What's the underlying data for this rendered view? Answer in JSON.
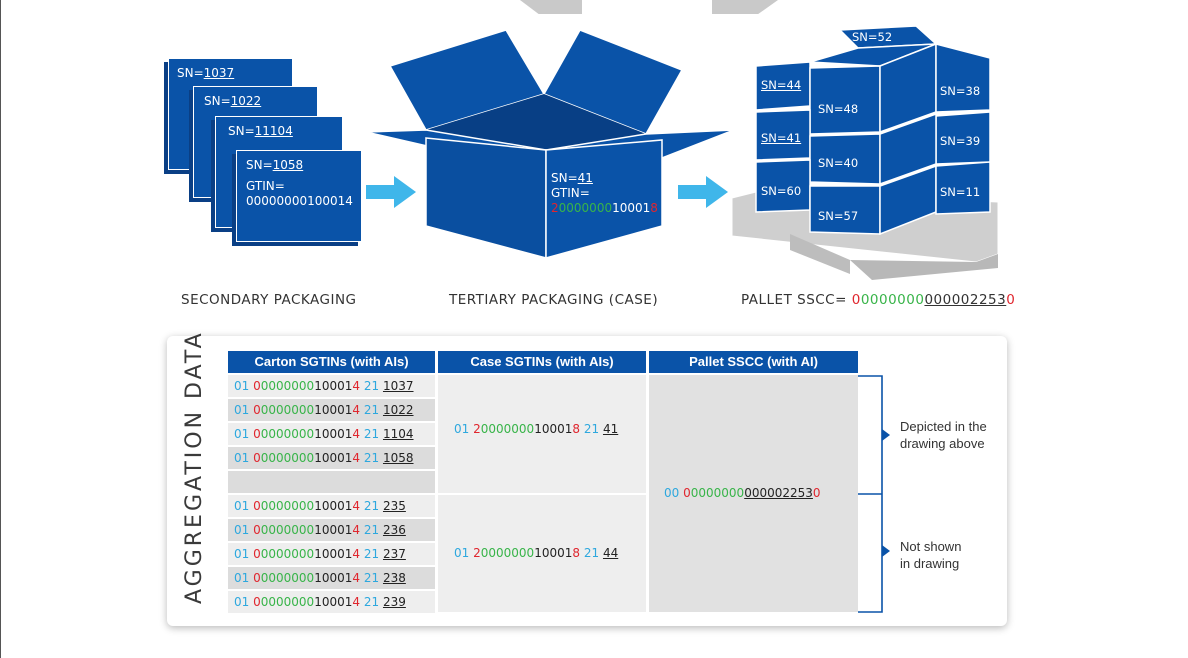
{
  "stages": {
    "secondary": "SECONDARY PACKAGING",
    "tertiary": "TERTIARY PACKAGING (CASE)",
    "pallet_prefix": "PALLET SSCC= ",
    "pallet_sscc": {
      "ext": "0",
      "prefix": "0000000",
      "serial": "000002253",
      "check": "0"
    }
  },
  "cartons": [
    {
      "label": "SN=",
      "sn": "1037"
    },
    {
      "label": "SN=",
      "sn": "1022"
    },
    {
      "label": "SN=",
      "sn": "11104"
    },
    {
      "label": "SN=",
      "sn": "1058"
    }
  ],
  "carton_gtin": {
    "label": "GTIN=",
    "indicator": "0",
    "prefix": "0000000",
    "item": "10001",
    "check": "4"
  },
  "case": {
    "sn_label": "SN=",
    "sn": "41",
    "gtin_label": "GTIN=",
    "indicator": "2",
    "prefix": "0000000",
    "item": "10001",
    "check": "8"
  },
  "pallet_boxes": [
    "SN=52",
    "SN=44",
    "SN=48",
    "SN=38",
    "SN=41",
    "SN=40",
    "SN=39",
    "SN=60",
    "SN=57",
    "SN=11"
  ],
  "aggregation": {
    "title": "AGGREGATION DATA",
    "headers": [
      "Carton SGTINs (with AIs)",
      "Case SGTINs (with AIs)",
      "Pallet SSCC (with AI)"
    ],
    "carton_group_a": [
      {
        "ai": "01",
        "ind": "0",
        "prefix": "0000000",
        "item": "10001",
        "check": "4",
        "ai2": "21",
        "sn": "1037"
      },
      {
        "ai": "01",
        "ind": "0",
        "prefix": "0000000",
        "item": "10001",
        "check": "4",
        "ai2": "21",
        "sn": "1022"
      },
      {
        "ai": "01",
        "ind": "0",
        "prefix": "0000000",
        "item": "10001",
        "check": "4",
        "ai2": "21",
        "sn": "1104"
      },
      {
        "ai": "01",
        "ind": "0",
        "prefix": "0000000",
        "item": "10001",
        "check": "4",
        "ai2": "21",
        "sn": "1058"
      }
    ],
    "carton_group_b": [
      {
        "ai": "01",
        "ind": "0",
        "prefix": "0000000",
        "item": "10001",
        "check": "4",
        "ai2": "21",
        "sn": "235"
      },
      {
        "ai": "01",
        "ind": "0",
        "prefix": "0000000",
        "item": "10001",
        "check": "4",
        "ai2": "21",
        "sn": "236"
      },
      {
        "ai": "01",
        "ind": "0",
        "prefix": "0000000",
        "item": "10001",
        "check": "4",
        "ai2": "21",
        "sn": "237"
      },
      {
        "ai": "01",
        "ind": "0",
        "prefix": "0000000",
        "item": "10001",
        "check": "4",
        "ai2": "21",
        "sn": "238"
      },
      {
        "ai": "01",
        "ind": "0",
        "prefix": "0000000",
        "item": "10001",
        "check": "4",
        "ai2": "21",
        "sn": "239"
      }
    ],
    "case_a": {
      "ai": "01",
      "ind": "2",
      "prefix": "0000000",
      "item": "10001",
      "check": "8",
      "ai2": "21",
      "sn": "41"
    },
    "case_b": {
      "ai": "01",
      "ind": "2",
      "prefix": "0000000",
      "item": "10001",
      "check": "8",
      "ai2": "21",
      "sn": "44"
    },
    "pallet": {
      "ai": "00",
      "ext": "0",
      "prefix": "0000000",
      "serial": "000002253",
      "check": "0"
    },
    "note_a": [
      "Depicted in the",
      "drawing above"
    ],
    "note_b": [
      "Not shown",
      "in drawing"
    ]
  },
  "colors": {
    "brand_blue": "#0a53a8",
    "ai_blue": "#2ea8de",
    "check_red": "#e0262e",
    "prefix_green": "#38b449",
    "arrow": "#3fb6ea"
  }
}
